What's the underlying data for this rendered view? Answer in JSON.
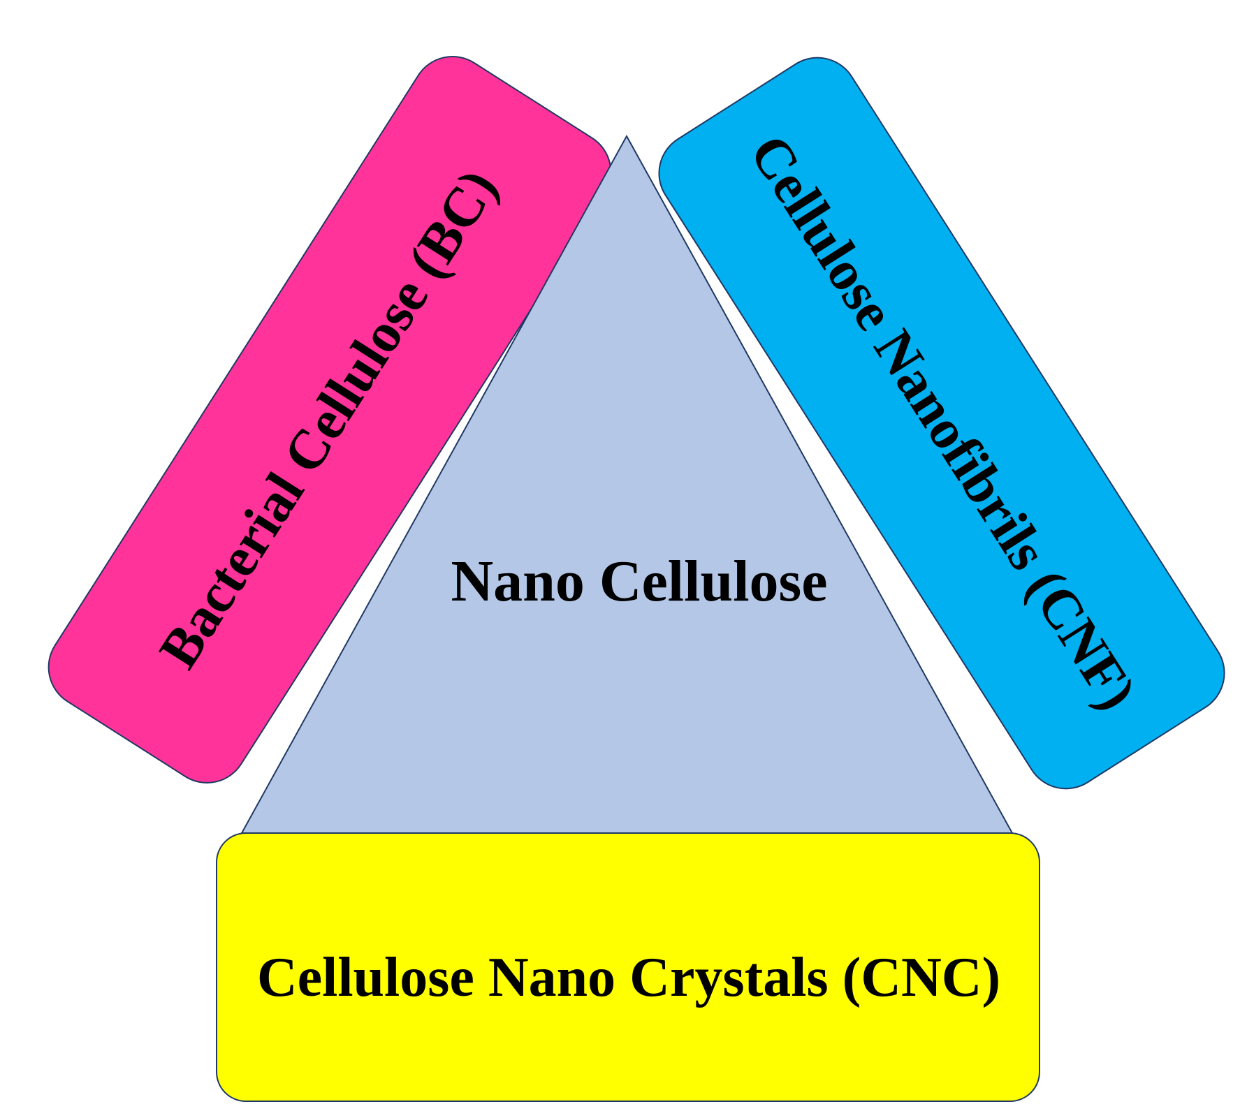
{
  "diagram": {
    "center": {
      "label": "Nano Cellulose",
      "color": "#B4C7E7"
    },
    "left_box": {
      "label": "Bacterial Cellulose (BC)",
      "color": "#FF3399"
    },
    "right_box": {
      "label": "Cellulose Nanofibrils (CNF)",
      "color": "#00B0F0"
    },
    "bottom_box": {
      "label": "Cellulose Nano Crystals (CNC)",
      "color": "#FFFF00"
    },
    "outline_color": "#1F3864"
  }
}
